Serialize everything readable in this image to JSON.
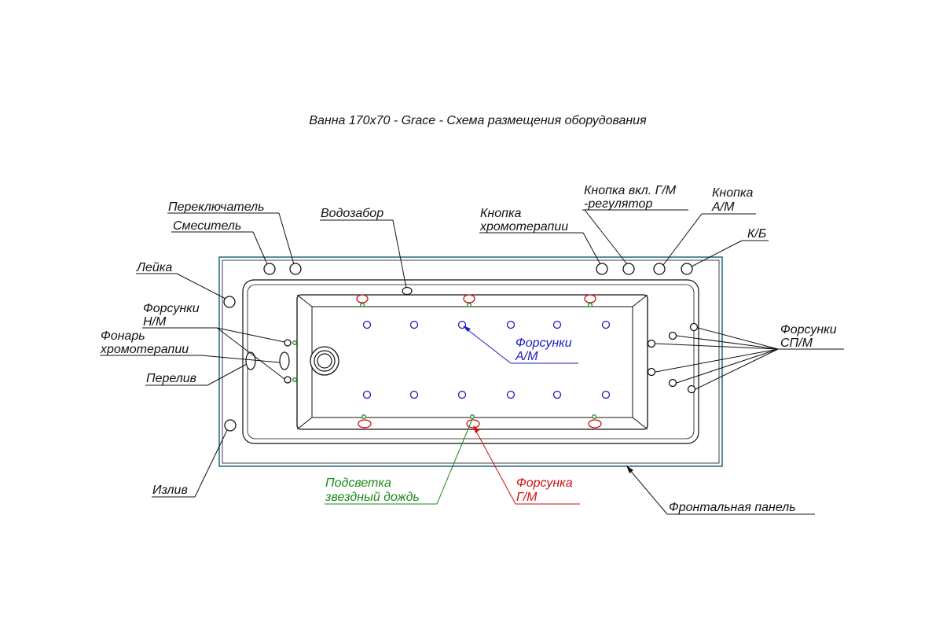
{
  "title": "Ванна 170x70 - Grace - Схема размещения оборудования",
  "colors": {
    "outline": "#111111",
    "panel_edge": "#2e6f8a",
    "blue": "#1b1bbf",
    "red": "#cc1111",
    "green": "#1a8a1a"
  },
  "labels": {
    "pereklyuchatel": "Переключатель",
    "smesitel": "Смеситель",
    "vodozabor": "Водозабор",
    "knopka_khromo_1": "Кнопка",
    "knopka_khromo_2": "хромотерапии",
    "knopka_gm_1": "Кнопка вкл. Г/М",
    "knopka_gm_2": "-регулятор",
    "knopka_am_1": "Кнопка",
    "knopka_am_2": "А/М",
    "kb": "К/Б",
    "leyka": "Лейка",
    "forsunki_nm_1": "Форсунки",
    "forsunki_nm_2": "Н/М",
    "fonar_1": "Фонарь",
    "fonar_2": "хромотерапии",
    "pereliv": "Перелив",
    "izliv": "Излив",
    "forsunki_am_1": "Форсунки",
    "forsunki_am_2": "А/М",
    "forsunki_spm_1": "Форсунки",
    "forsunki_spm_2": "СП/М",
    "podsvetka_1": "Подсветка",
    "podsvetka_2": "звездный дождь",
    "forsunka_gm_1": "Форсунка",
    "forsunka_gm_2": "Г/М",
    "frontal": "Фронтальная панель"
  }
}
